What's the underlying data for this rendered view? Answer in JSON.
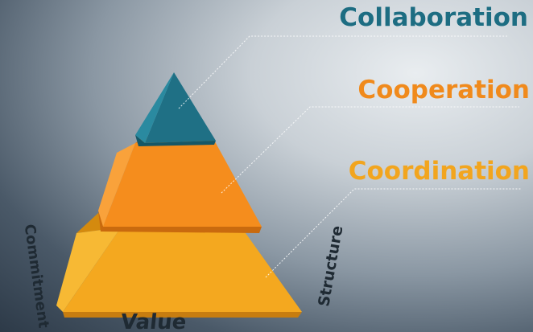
{
  "levels": [
    {
      "label": "Collaboration",
      "color": "#1d6d82"
    },
    {
      "label": "Cooperation",
      "color": "#f08a1c"
    },
    {
      "label": "Coordination",
      "color": "#f2a51e"
    }
  ],
  "axes": {
    "left": "Commitment",
    "right": "Structure",
    "bottom": "Value"
  }
}
